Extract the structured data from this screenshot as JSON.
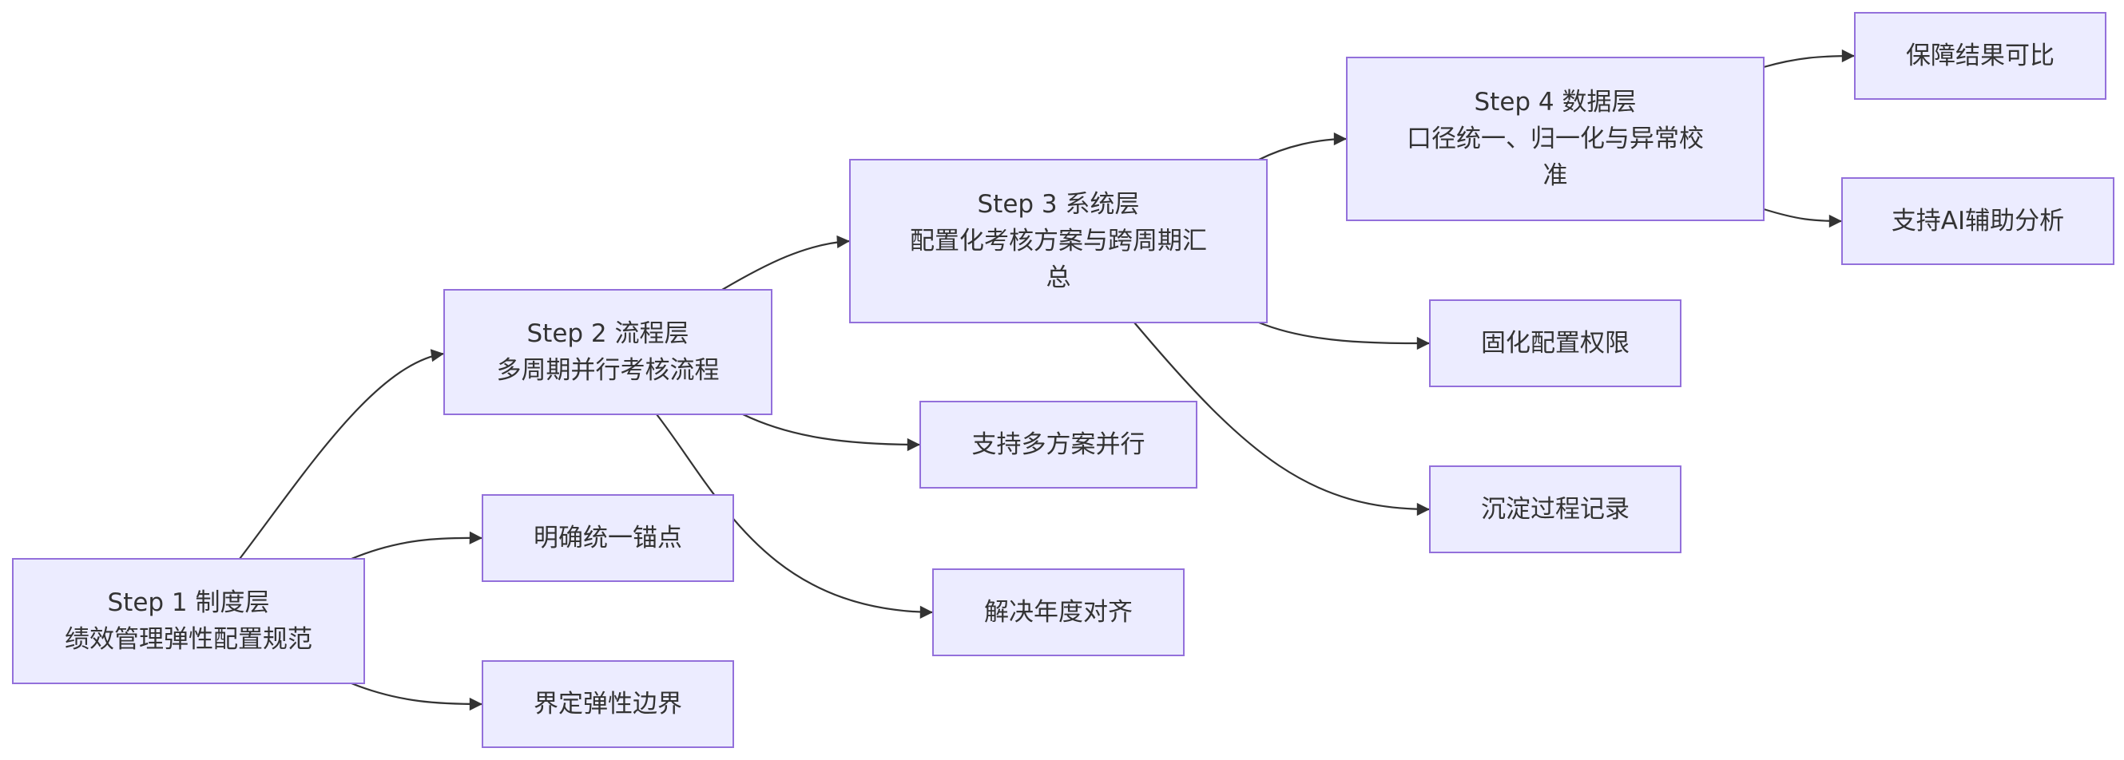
{
  "diagram": {
    "type": "flowchart",
    "direction": "LR",
    "colors": {
      "node_fill": "#ECECFF",
      "node_stroke": "#9370DB",
      "edge": "#333333",
      "text": "#333333"
    },
    "nodes": [
      {
        "id": "s1",
        "lines": [
          "Step 1 制度层",
          "绩效管理弹性配置规范"
        ]
      },
      {
        "id": "s1a",
        "lines": [
          "明确统一锚点"
        ]
      },
      {
        "id": "s1b",
        "lines": [
          "界定弹性边界"
        ]
      },
      {
        "id": "s2",
        "lines": [
          "Step 2 流程层",
          "多周期并行考核流程"
        ]
      },
      {
        "id": "s2a",
        "lines": [
          "支持多方案并行"
        ]
      },
      {
        "id": "s2b",
        "lines": [
          "解决年度对齐"
        ]
      },
      {
        "id": "s3",
        "lines": [
          "Step 3 系统层",
          "配置化考核方案与跨周期汇",
          "总"
        ]
      },
      {
        "id": "s3a",
        "lines": [
          "固化配置权限"
        ]
      },
      {
        "id": "s3b",
        "lines": [
          "沉淀过程记录"
        ]
      },
      {
        "id": "s4",
        "lines": [
          "Step 4 数据层",
          "口径统一、归一化与异常校",
          "准"
        ]
      },
      {
        "id": "s4a",
        "lines": [
          "保障结果可比"
        ]
      },
      {
        "id": "s4b",
        "lines": [
          "支持AI辅助分析"
        ]
      }
    ],
    "edges": [
      {
        "from": "s1",
        "to": "s2"
      },
      {
        "from": "s1",
        "to": "s1a"
      },
      {
        "from": "s1",
        "to": "s1b"
      },
      {
        "from": "s2",
        "to": "s3"
      },
      {
        "from": "s2",
        "to": "s2a"
      },
      {
        "from": "s2",
        "to": "s2b"
      },
      {
        "from": "s3",
        "to": "s4"
      },
      {
        "from": "s3",
        "to": "s3a"
      },
      {
        "from": "s3",
        "to": "s3b"
      },
      {
        "from": "s4",
        "to": "s4a"
      },
      {
        "from": "s4",
        "to": "s4b"
      }
    ]
  }
}
